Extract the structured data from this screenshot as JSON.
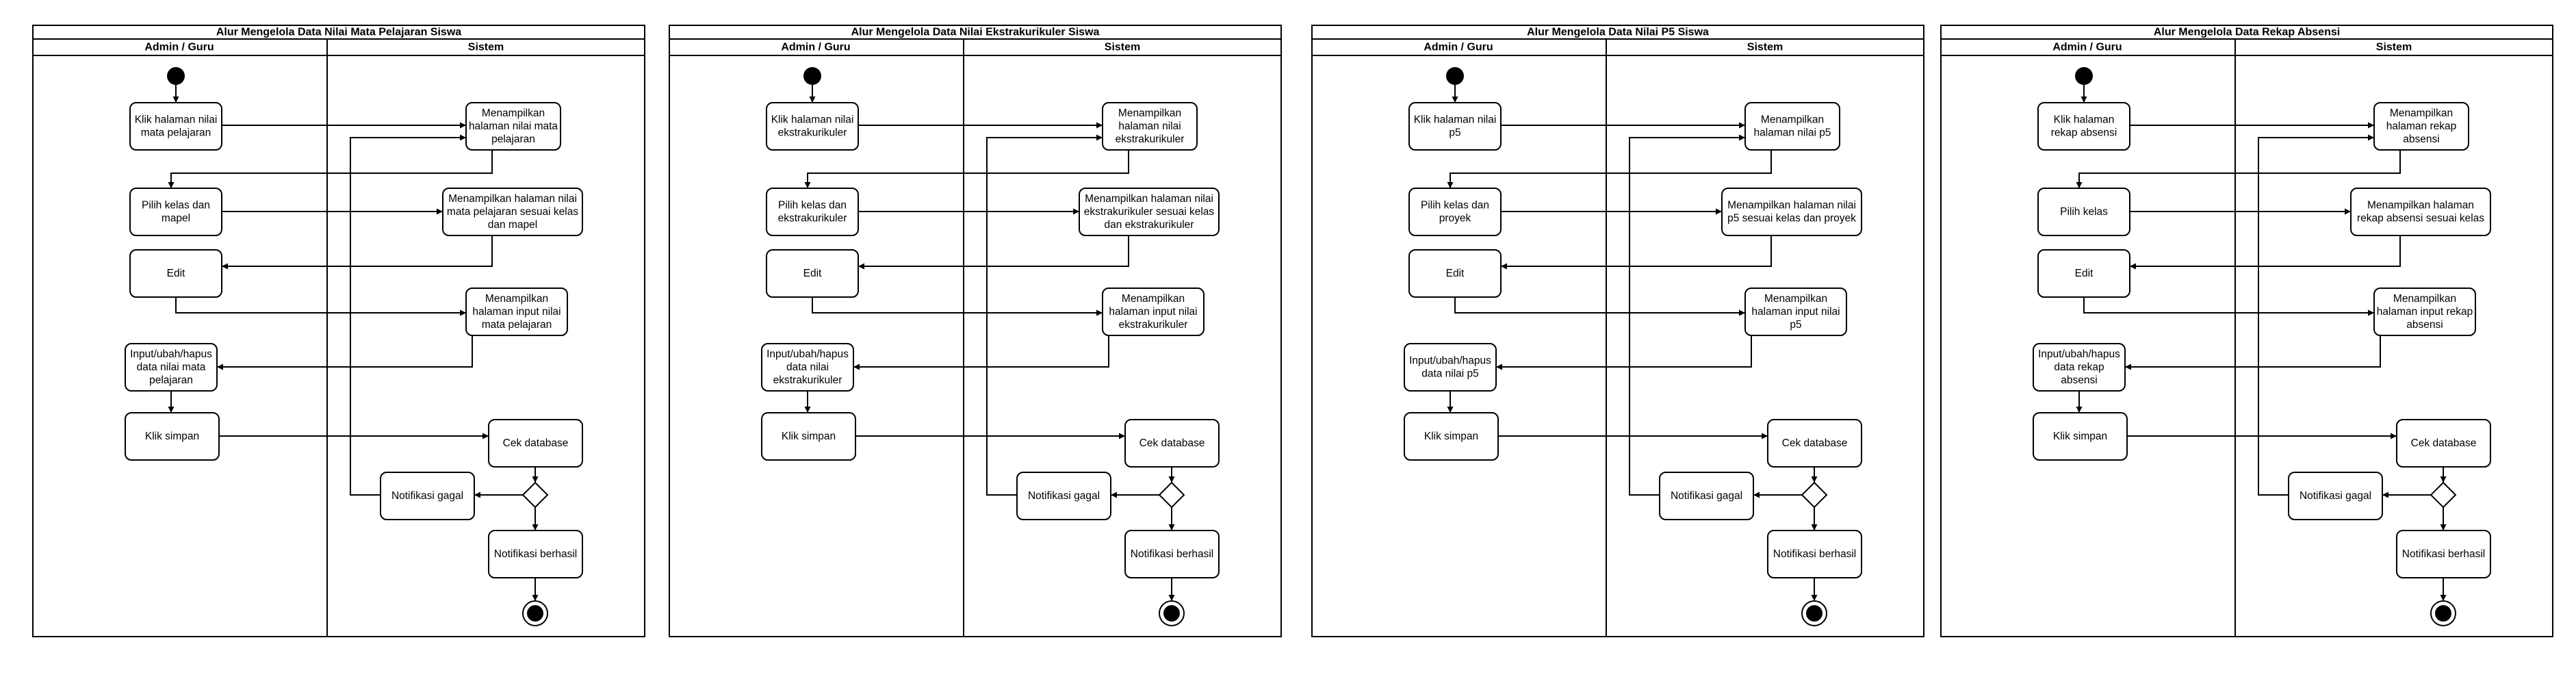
{
  "lanes": {
    "left": "Admin / Guru",
    "right": "Sistem"
  },
  "db_label": "Cek database",
  "fail_label": "Notifikasi gagal",
  "success_label": "Notifikasi berhasil",
  "edit_label": "Edit",
  "save_label": "Klik simpan",
  "diagrams": [
    {
      "title": "Alur Mengelola Data Nilai Mata Pelajaran Siswa",
      "click_page": [
        "Klik halaman nilai",
        "mata pelajaran"
      ],
      "show_page": [
        "Menampilkan",
        "halaman nilai mata",
        "pelajaran"
      ],
      "select": [
        "Pilih kelas dan",
        "mapel"
      ],
      "show_filtered": [
        "Menampilkan halaman nilai",
        "mata pelajaran sesuai kelas",
        "dan mapel"
      ],
      "show_input": [
        "Menampilkan",
        "halaman input nilai",
        "mata pelajaran"
      ],
      "input": [
        "Input/ubah/hapus",
        "data nilai mata",
        "pelajaran"
      ]
    },
    {
      "title": "Alur Mengelola Data Nilai Ekstrakurikuler Siswa",
      "click_page": [
        "Klik halaman nilai",
        "ekstrakurikuler"
      ],
      "show_page": [
        "Menampilkan",
        "halaman nilai",
        "ekstrakurikuler"
      ],
      "select": [
        "Pilih kelas dan",
        "ekstrakurikuler"
      ],
      "show_filtered": [
        "Menampilkan halaman nilai",
        "ekstrakurikuler sesuai kelas",
        "dan ekstrakurikuler"
      ],
      "show_input": [
        "Menampilkan",
        "halaman input nilai",
        "ekstrakurikuler"
      ],
      "input": [
        "Input/ubah/hapus",
        "data nilai",
        "ekstrakurikuler"
      ]
    },
    {
      "title": "Alur Mengelola Data Nilai P5 Siswa",
      "click_page": [
        "Klik halaman nilai",
        "p5"
      ],
      "show_page": [
        "Menampilkan",
        "halaman nilai p5"
      ],
      "select": [
        "Pilih kelas dan",
        "proyek"
      ],
      "show_filtered": [
        "Menampilkan halaman nilai",
        "p5 sesuai kelas dan proyek"
      ],
      "show_input": [
        "Menampilkan",
        "halaman input nilai",
        "p5"
      ],
      "input": [
        "Input/ubah/hapus",
        "data nilai p5"
      ]
    },
    {
      "title": "Alur Mengelola Data Rekap Absensi",
      "click_page": [
        "Klik halaman",
        "rekap absensi"
      ],
      "show_page": [
        "Menampilkan",
        "halaman rekap",
        "absensi"
      ],
      "select": [
        "Pilih kelas"
      ],
      "show_filtered": [
        "Menampilkan halaman",
        "rekap absensi sesuai kelas"
      ],
      "show_input": [
        "Menampilkan",
        "halaman input rekap",
        "absensi"
      ],
      "input": [
        "Input/ubah/hapus",
        "data rekap",
        "absensi"
      ]
    }
  ]
}
